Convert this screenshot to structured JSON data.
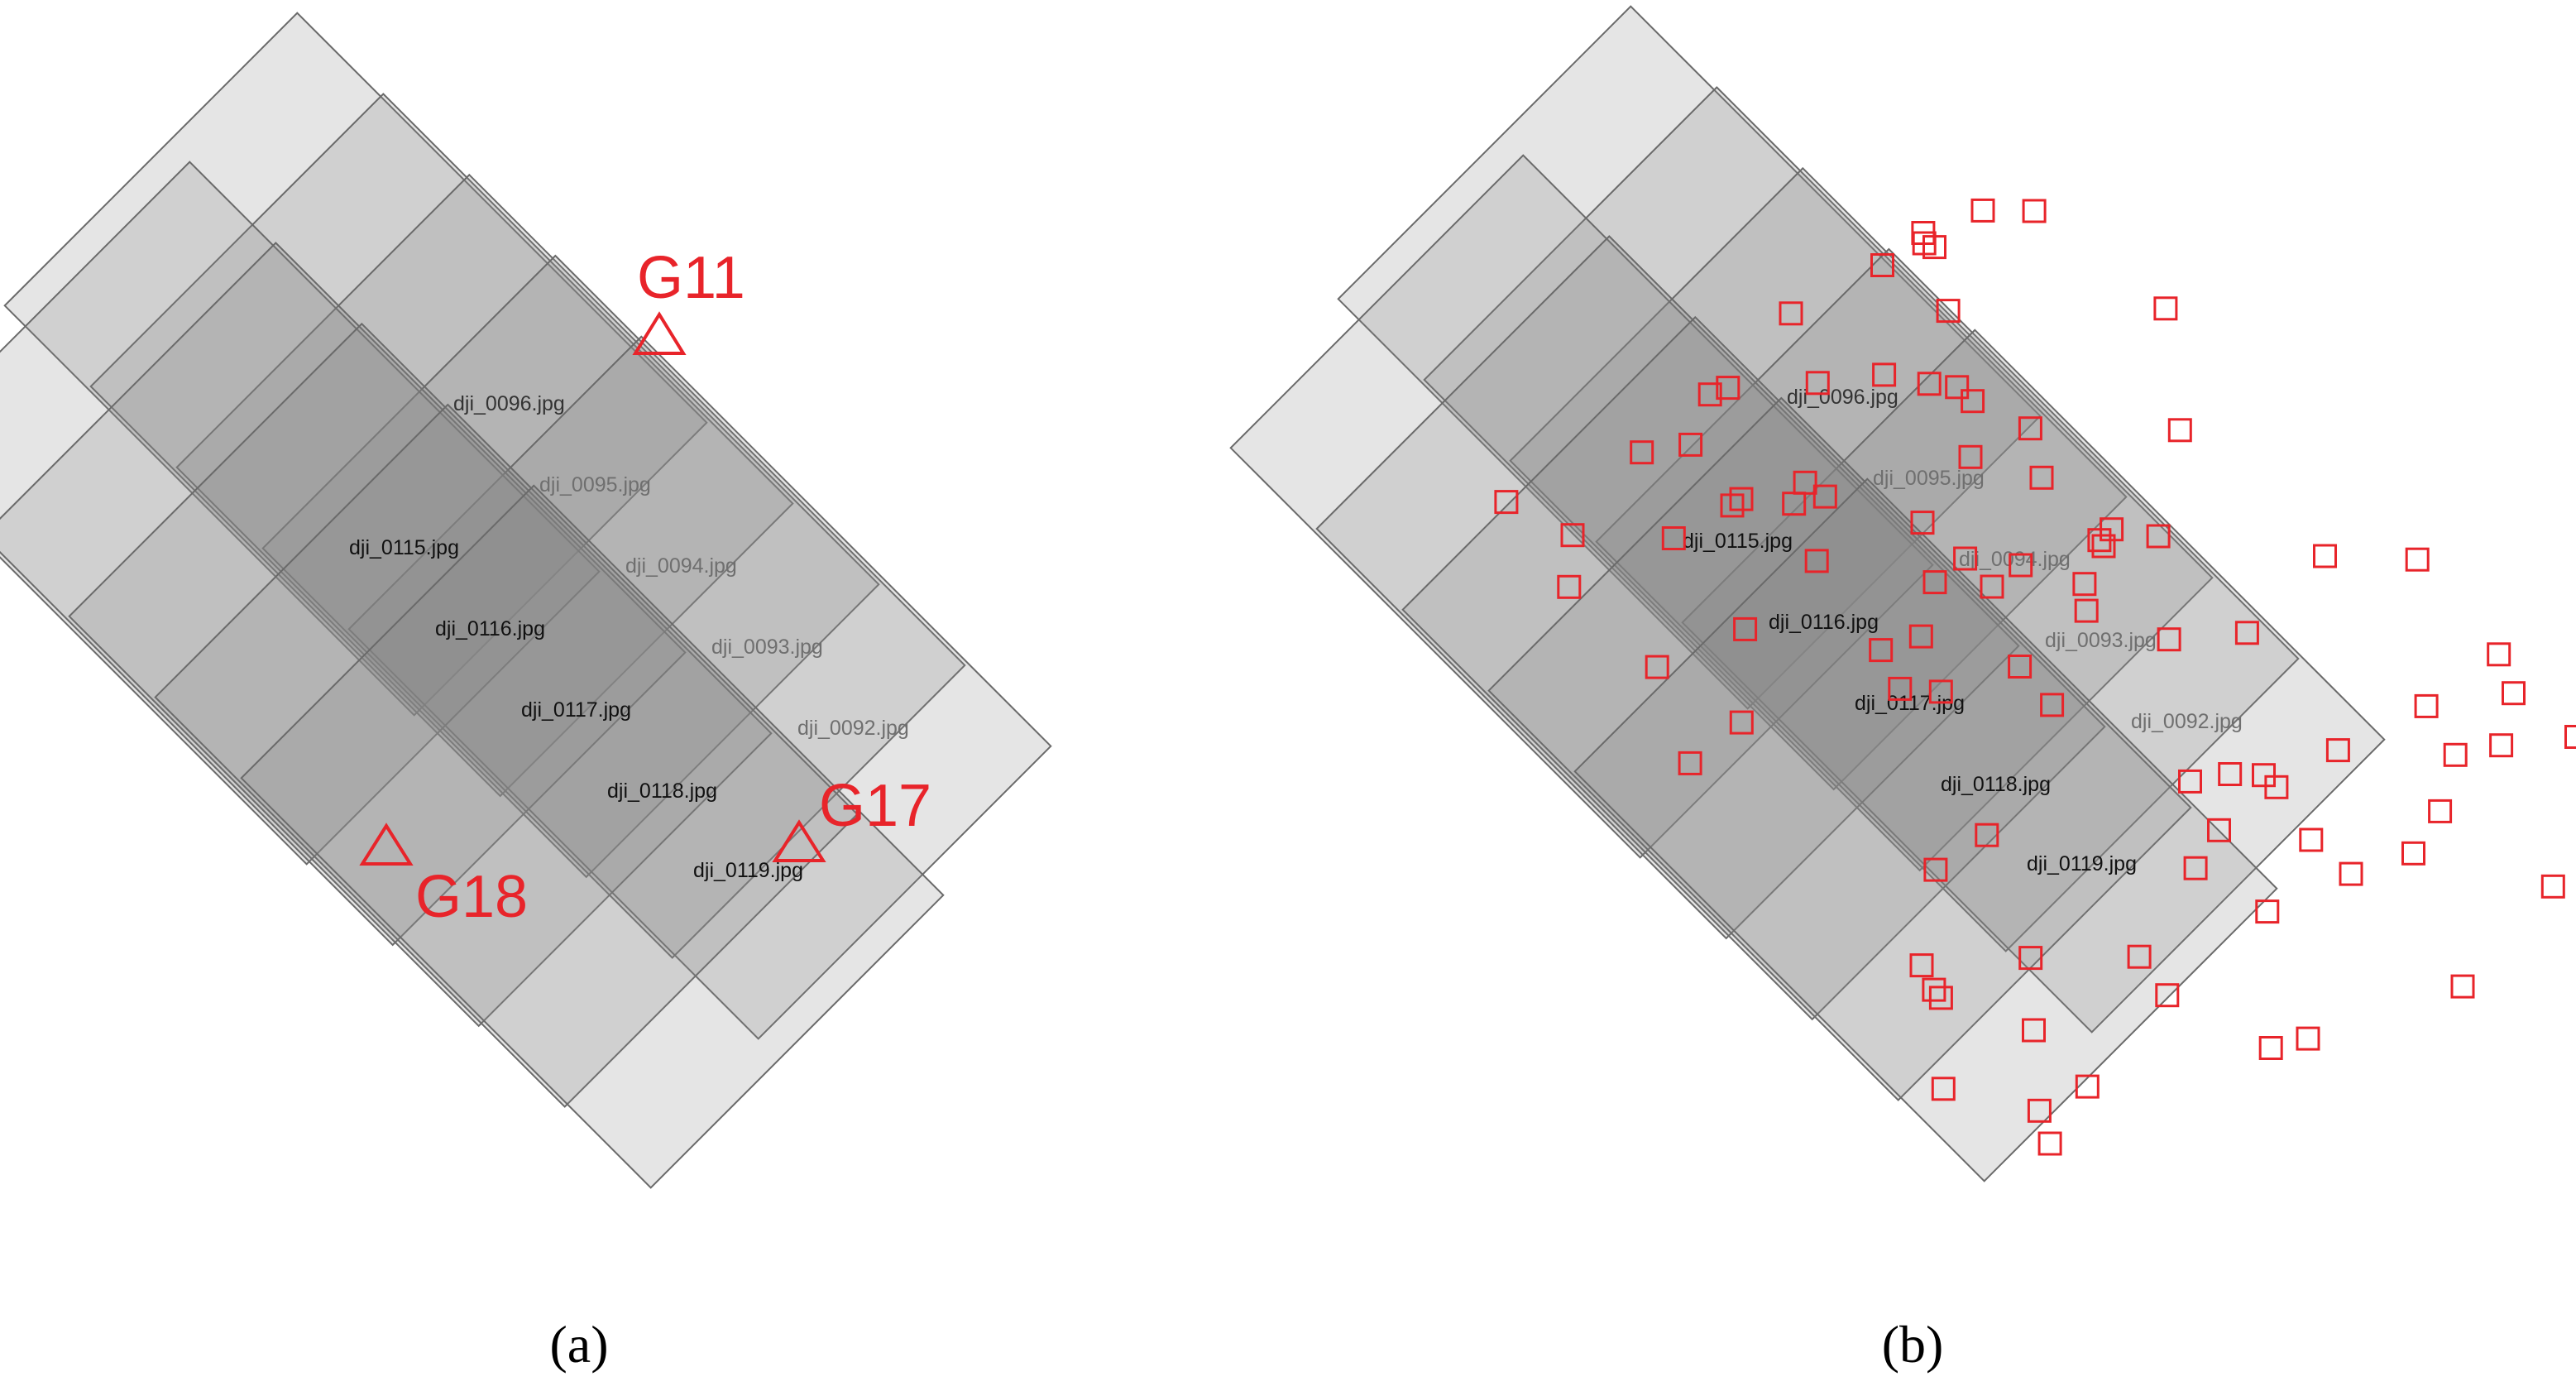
{
  "panels": [
    {
      "caption": "(a)",
      "image_labels": [
        "dji_0096.jpg",
        "dji_0095.jpg",
        "dji_0094.jpg",
        "dji_0093.jpg",
        "dji_0092.jpg",
        "dji_0115.jpg",
        "dji_0116.jpg",
        "dji_0117.jpg",
        "dji_0118.jpg",
        "dji_0119.jpg"
      ],
      "control_points": [
        "G11",
        "G17",
        "G18"
      ],
      "marker": "triangle-icon"
    },
    {
      "caption": "(b)",
      "image_labels": [
        "dji_0096.jpg",
        "dji_0095.jpg",
        "dji_0094.jpg",
        "dji_0093.jpg",
        "dji_0092.jpg",
        "dji_0115.jpg",
        "dji_0116.jpg",
        "dji_0117.jpg",
        "dji_0118.jpg",
        "dji_0119.jpg"
      ],
      "tie_point_count": 92,
      "marker": "square-icon"
    }
  ],
  "colors": {
    "footprint_fill": "#8a8a8a",
    "footprint_stroke": "#6a6a6a",
    "marker": "#e8242a",
    "caption": "#000000"
  }
}
